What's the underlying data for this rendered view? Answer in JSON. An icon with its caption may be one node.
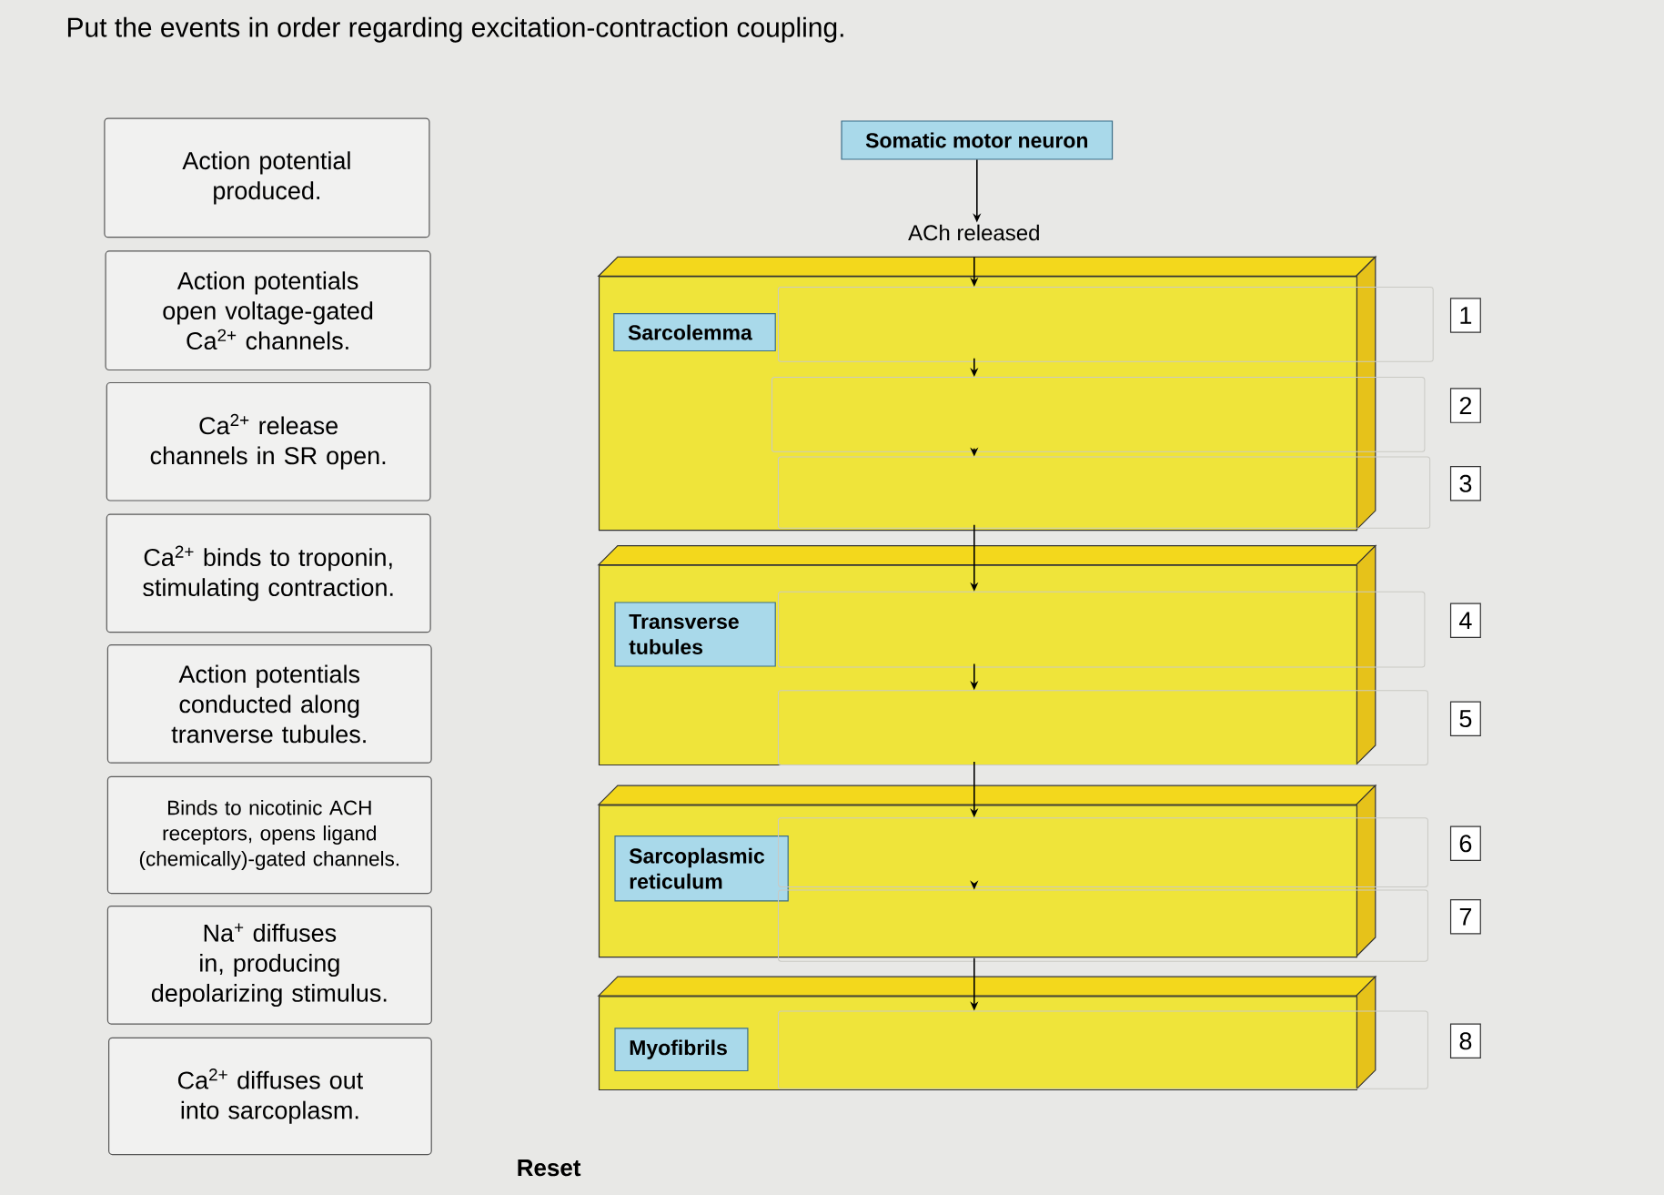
{
  "diagram": {
    "title": "Put the events in order regarding excitation-contraction coupling.",
    "nodes": [
      {
        "text": [
          "Action potential produced."
        ]
      },
      {
        "text": [
          "Action potentials open voltage-gated Ca$^{2+}$ channels."
        ]
      },
      {
        "text": [
          "Ca$^{2+}$ release channels in SR open."
        ]
      },
      {
        "text": [
          "Ca$^{2+}$ binds to troponin, stimulating contraction."
        ]
      },
      {
        "text": [
          "Action potentials conducted along tranverse tubules."
        ]
      },
      {
        "text": [
          "Binds to nicotinic ACH receptors, opens ligand (chemically)-gated channels."
        ]
      },
      {
        "text": [
          "Na$^{+}$ diffuses in, producing depolarizing stimulus."
        ]
      },
      {
        "text": [
          "Ca$^{2+}$ diffuses out into sarcoplasm."
        ]
      },
      {
        "text": [
          "Somatic motor neuron"
        ]
      },
      {
        "text": [
          "ACh released"
        ]
      },
      {
        "text": [
          "Sarcolemma"
        ]
      },
      {
        "text": [],
        "shape": "box",
        "in": 10,
        "beside": [
          "1"
        ]
      },
      {
        "text": [],
        "shape": "box",
        "in": 10,
        "beside": [
          "2"
        ]
      },
      {
        "text": [],
        "shape": "box",
        "in": 10,
        "beside": [
          "3"
        ]
      },
      {
        "text": [
          "Transverse tubules"
        ]
      },
      {
        "text": [],
        "shape": "box",
        "in": 14,
        "beside": [
          "4"
        ]
      },
      {
        "text": [],
        "shape": "box",
        "in": 14,
        "beside": [
          "5"
        ]
      },
      {
        "text": [
          "Sarcoplasmic reticulum"
        ]
      },
      {
        "text": [],
        "shape": "box",
        "in": 17,
        "beside": [
          "6"
        ]
      },
      {
        "text": [],
        "shape": "box",
        "in": 17,
        "beside": [
          "7"
        ]
      },
      {
        "text": [
          "Myofibrils"
        ]
      },
      {
        "text": [],
        "shape": "box",
        "in": 20,
        "beside": [
          "8"
        ]
      }
    ],
    "edges": [
      {
        "from": 8,
        "to": 9,
        "arrow": "to"
      },
      {
        "from": 9,
        "to": 11,
        "arrow": "to"
      },
      {
        "from": 11,
        "to": 12,
        "arrow": "to"
      },
      {
        "from": 12,
        "to": 13,
        "arrow": "to"
      },
      {
        "from": 13,
        "to": 15,
        "arrow": "to"
      },
      {
        "from": 15,
        "to": 16,
        "arrow": "to"
      },
      {
        "from": 16,
        "to": 18,
        "arrow": "to"
      },
      {
        "from": 18,
        "to": 19,
        "arrow": "to"
      },
      {
        "from": 19,
        "to": 21,
        "arrow": "to"
      }
    ],
    "labels": [
      "Reset"
    ]
  }
}
